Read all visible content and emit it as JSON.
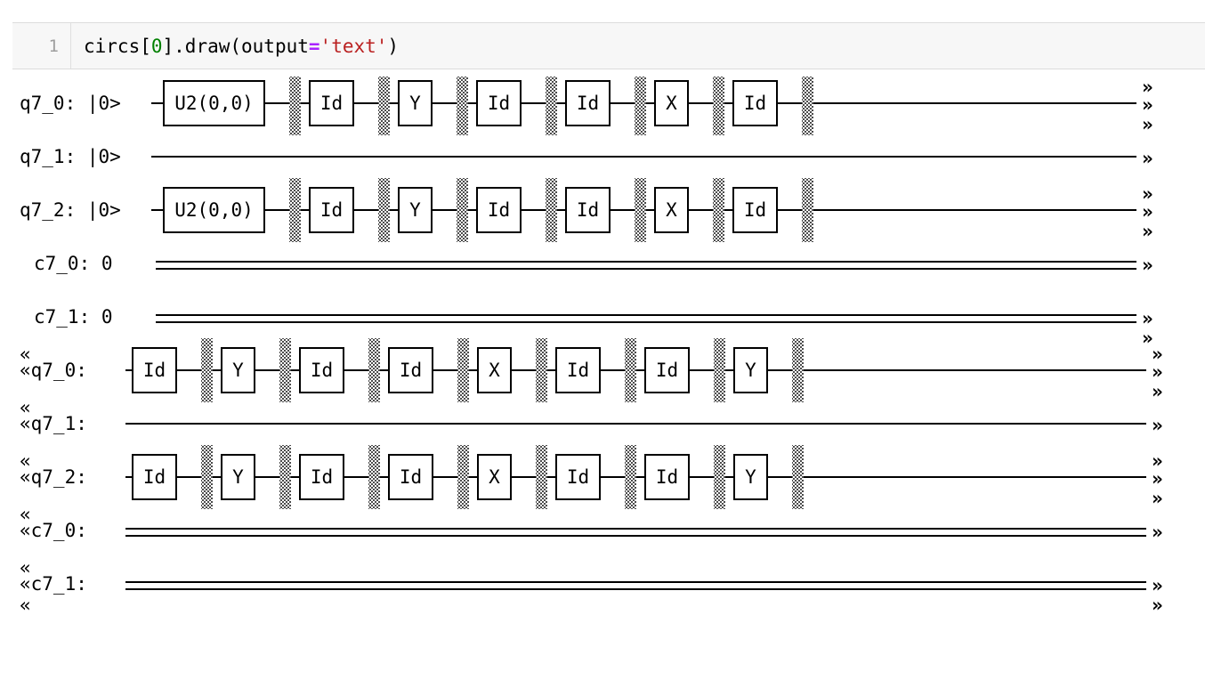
{
  "notebook": {
    "cell": {
      "prompt": "1",
      "code_plain": "circs[0].draw(output='text')",
      "tokens": [
        {
          "t": "circs[",
          "k": "plain"
        },
        {
          "t": "0",
          "k": "number"
        },
        {
          "t": "].draw(output",
          "k": "plain"
        },
        {
          "t": "=",
          "k": "operator"
        },
        {
          "t": "'text'",
          "k": "string"
        },
        {
          "t": ")",
          "k": "plain"
        }
      ],
      "colors": {
        "number": "#008000",
        "operator": "#aa22ff",
        "string": "#ba2121",
        "plain": "#000000",
        "cell_background": "#f7f7f7",
        "prompt_color": "#9e9e9e"
      }
    }
  },
  "circuit": {
    "drawer": "text",
    "continuation_left": "«",
    "continuation_right": "»",
    "barrier_glyph": "░",
    "blocks": [
      {
        "id": "block-1",
        "has_left_continuation": false,
        "wires": [
          {
            "name": "q7_0",
            "label": "q7_0: ",
            "init": "|0>",
            "type": "quantum",
            "elements": [
              "U2(0,0)",
              "barrier",
              "Id",
              "barrier",
              "Y",
              "barrier",
              "Id",
              "barrier",
              "Id",
              "barrier",
              "X",
              "barrier",
              "Id",
              "barrier"
            ]
          },
          {
            "name": "q7_1",
            "label": "q7_1: ",
            "init": "|0>",
            "type": "quantum",
            "elements": []
          },
          {
            "name": "q7_2",
            "label": "q7_2: ",
            "init": "|0>",
            "type": "quantum",
            "elements": [
              "U2(0,0)",
              "barrier",
              "Id",
              "barrier",
              "Y",
              "barrier",
              "Id",
              "barrier",
              "Id",
              "barrier",
              "X",
              "barrier",
              "Id",
              "barrier"
            ]
          },
          {
            "name": "c7_0",
            "label": "c7_0: ",
            "init": "0",
            "type": "classical",
            "elements": []
          },
          {
            "name": "c7_1",
            "label": "c7_1: ",
            "init": "0",
            "type": "classical",
            "elements": []
          }
        ]
      },
      {
        "id": "block-2",
        "has_left_continuation": true,
        "wires": [
          {
            "name": "q7_0",
            "label": "«q7_0: ",
            "init": "",
            "type": "quantum",
            "elements": [
              "Id",
              "barrier",
              "Y",
              "barrier",
              "Id",
              "barrier",
              "Id",
              "barrier",
              "X",
              "barrier",
              "Id",
              "barrier",
              "Id",
              "barrier",
              "Y",
              "barrier"
            ]
          },
          {
            "name": "q7_1",
            "label": "«q7_1: ",
            "init": "",
            "type": "quantum",
            "elements": []
          },
          {
            "name": "q7_2",
            "label": "«q7_2: ",
            "init": "",
            "type": "quantum",
            "elements": [
              "Id",
              "barrier",
              "Y",
              "barrier",
              "Id",
              "barrier",
              "Id",
              "barrier",
              "X",
              "barrier",
              "Id",
              "barrier",
              "Id",
              "barrier",
              "Y",
              "barrier"
            ]
          },
          {
            "name": "c7_0",
            "label": "«c7_0: ",
            "init": "",
            "type": "classical",
            "elements": []
          },
          {
            "name": "c7_1",
            "label": "«c7_1: ",
            "init": "",
            "type": "classical",
            "elements": []
          }
        ]
      }
    ],
    "registers": {
      "quantum": [
        "q7_0",
        "q7_1",
        "q7_2"
      ],
      "classical": [
        "c7_0",
        "c7_1"
      ]
    },
    "gate_names": [
      "U2(0,0)",
      "Id",
      "Y",
      "X"
    ]
  }
}
